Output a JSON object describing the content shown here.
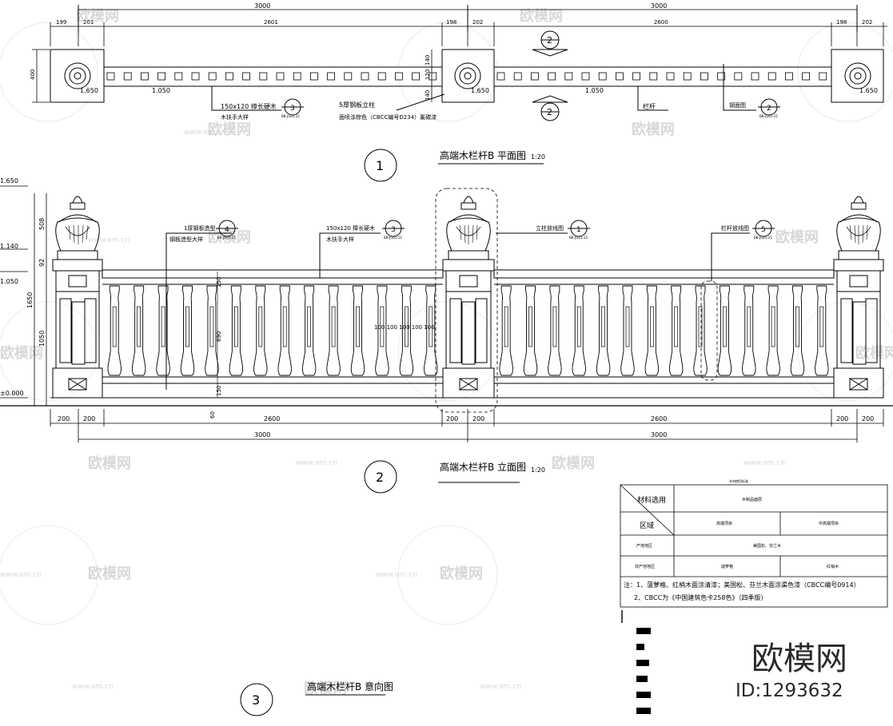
{
  "plan": {
    "top_dims": [
      "3000",
      "3000"
    ],
    "sub_dims": [
      "199",
      "201",
      "2601",
      "198",
      "202",
      "2600",
      "198",
      "202"
    ],
    "side_dims": [
      "400",
      "140",
      "120",
      "140"
    ],
    "elev_labels": [
      "1.650",
      "1.050",
      "1.650",
      "1.050",
      "1.650"
    ],
    "callout_1": {
      "line1": "150x120 樟长硬木",
      "line2": "木扶手大样",
      "num": "3",
      "ref": "BB-JG01-21"
    },
    "callout_2": {
      "line1": "5厚钢板立柱",
      "line2": "面喷涂棕色（CBCC编号D234）氟碳漆"
    },
    "callout_3": {
      "label": "栏杆"
    },
    "callout_4": {
      "label": "钢面图",
      "num": "2",
      "ref": "BB-JG01-21"
    },
    "section_mark": "2",
    "title": "高端木栏杆B 平面图",
    "scale": "1:20",
    "num": "1"
  },
  "elevation": {
    "left_levels": [
      "1.650",
      "1.140",
      "1.050",
      "±0.000"
    ],
    "left_dims": [
      "508",
      "92",
      "1650",
      "1050"
    ],
    "inner_dims": [
      "150",
      "690",
      "150"
    ],
    "callout_a": {
      "line1": "1厚钢板造型",
      "line2": "钢板造型大样",
      "num": "4",
      "ref": "BB-JG01-21"
    },
    "callout_b": {
      "line1": "150x120 樟长硬木",
      "line2": "木扶手大样",
      "num": "3",
      "ref": "BB-JG01-21"
    },
    "callout_c": {
      "line1": "立柱放线图",
      "num": "1",
      "ref": "BB-JG01-22"
    },
    "callout_d": {
      "line1": "栏杆放线图",
      "num": "5",
      "ref": "BB-JG01-21"
    },
    "mid_text": "100 100 100 100 100",
    "bottom_dims": [
      "200",
      "200",
      "2600",
      "200",
      "200",
      "2600",
      "200",
      "200"
    ],
    "bottom_totals": [
      "3000",
      "3000"
    ],
    "bottom_small": "60",
    "title": "高端木栏杆B 立面图",
    "scale": "1:20",
    "num": "2"
  },
  "detail": {
    "title": "高端木栏杆B 意向图",
    "num": "3"
  },
  "table": {
    "header": "木材使用标准",
    "row1_a": "材料选用",
    "row1_b": "木制品面层",
    "row2_a": "区域",
    "row2_b": "高端项目",
    "row2_c": "中高端项目",
    "row3_a": "产地地区",
    "row3_b": "美国松、芬兰木",
    "row4_a": "非产地地区",
    "row4_b": "菠萝格",
    "row4_c": "红梢木",
    "note1": "注：1、菠萝格、红梢木面涂清漆；美国松、芬兰木面涂渠色漆（CBCC编号0914）",
    "note2": "2、CBCC为《中国建筑色卡258色》（四季版）"
  },
  "watermark": {
    "cn": "欧模网",
    "url": "www.om.cn",
    "logo": "欧模网",
    "id": "ID:1293632"
  }
}
